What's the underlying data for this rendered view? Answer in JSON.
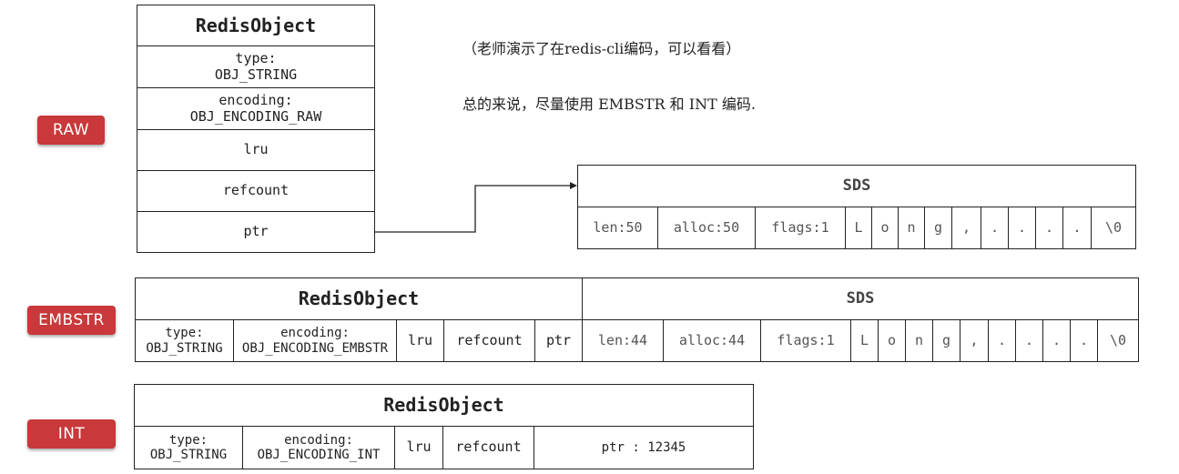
{
  "notes": {
    "line1": "（老师演示了在redis-cli编码，可以看看）",
    "line2": "总的来说，尽量使用 EMBSTR 和 INT 编码."
  },
  "badges": {
    "raw": "RAW",
    "embstr": "EMBSTR",
    "int": "INT"
  },
  "colors": {
    "badge": "#c9383a",
    "border": "#222222"
  },
  "raw": {
    "title": "RedisObject",
    "type_label": "type:",
    "type_value": "OBJ_STRING",
    "encoding_label": "encoding:",
    "encoding_value": "OBJ_ENCODING_RAW",
    "lru": "lru",
    "refcount": "refcount",
    "ptr": "ptr",
    "sds": {
      "title": "SDS",
      "len": "len:50",
      "alloc": "alloc:50",
      "flags": "flags:1",
      "chars": [
        "L",
        "o",
        "n",
        "g",
        ",",
        ".",
        ".",
        ".",
        ".",
        "\\0"
      ]
    }
  },
  "embstr": {
    "title": "RedisObject",
    "type_label": "type:",
    "type_value": "OBJ_STRING",
    "encoding_label": "encoding:",
    "encoding_value": "OBJ_ENCODING_EMBSTR",
    "lru": "lru",
    "refcount": "refcount",
    "ptr": "ptr",
    "sds": {
      "title": "SDS",
      "len": "len:44",
      "alloc": "alloc:44",
      "flags": "flags:1",
      "chars": [
        "L",
        "o",
        "n",
        "g",
        ",",
        ".",
        ".",
        ".",
        ".",
        "\\0"
      ]
    }
  },
  "int": {
    "title": "RedisObject",
    "type_label": "type:",
    "type_value": "OBJ_STRING",
    "encoding_label": "encoding:",
    "encoding_value": "OBJ_ENCODING_INT",
    "lru": "lru",
    "refcount": "refcount",
    "ptr": "ptr : 12345"
  }
}
